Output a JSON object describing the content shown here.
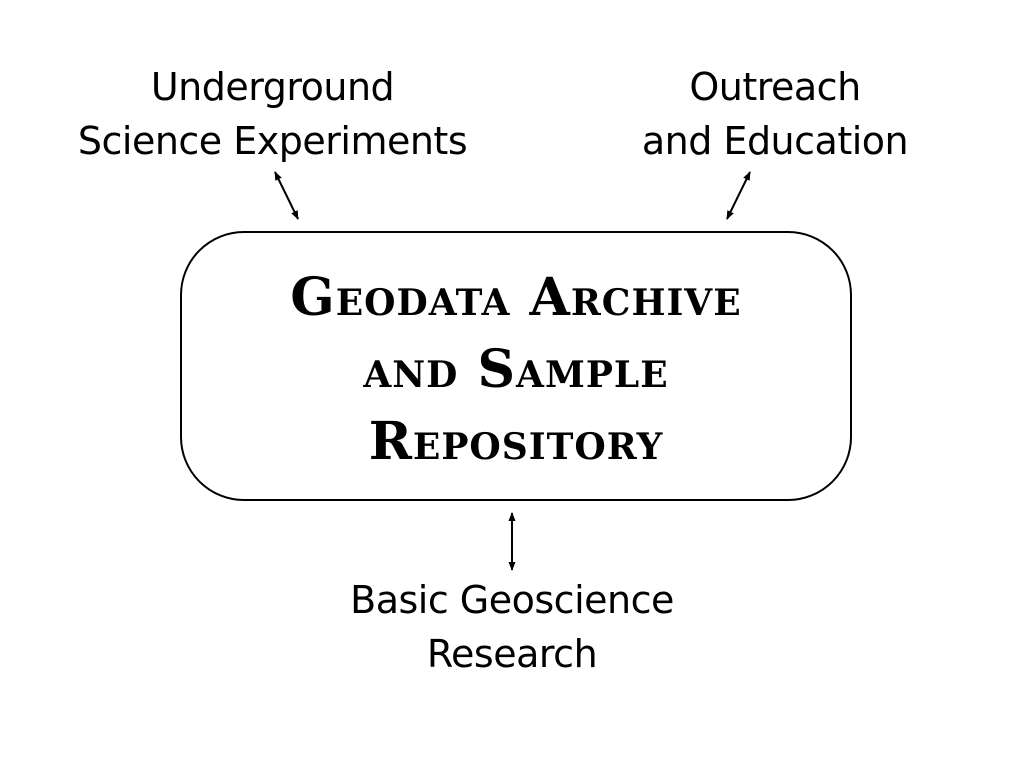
{
  "nodes": {
    "center": {
      "lines": [
        "Geodata Archive",
        "and Sample",
        "Repository"
      ]
    },
    "underground": {
      "lines": [
        "Underground",
        "Science Experiments"
      ]
    },
    "outreach": {
      "lines": [
        "Outreach",
        "and Education"
      ]
    },
    "basic": {
      "lines": [
        "Basic Geoscience",
        "Research"
      ]
    }
  },
  "connections": [
    {
      "from": "center",
      "to": "underground",
      "arrowheads": "both"
    },
    {
      "from": "center",
      "to": "outreach",
      "arrowheads": "both"
    },
    {
      "from": "center",
      "to": "basic",
      "arrowheads": "both"
    }
  ]
}
